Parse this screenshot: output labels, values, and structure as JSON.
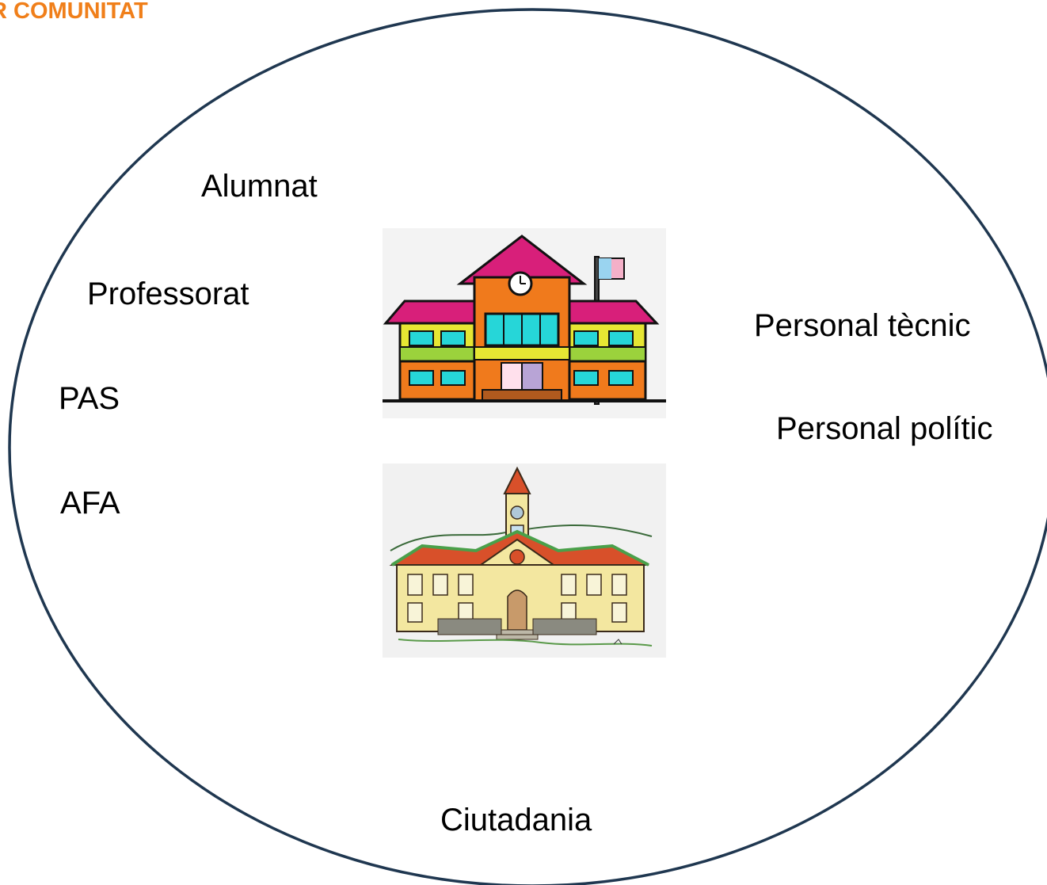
{
  "title": "R COMUNITAT",
  "colors": {
    "title": "#f07f1a",
    "ellipse_stroke": "#1f3750",
    "school_wall": "#f07a1c",
    "school_roof": "#d81f7a",
    "school_band": "#e6e633",
    "school_window": "#26d6d8",
    "townhall_wall": "#f3e7a0",
    "townhall_roof": "#d8502a",
    "townhall_trim": "#4aa04a"
  },
  "labels": {
    "alumnat": "Alumnat",
    "professorat": "Professorat",
    "pas": "PAS",
    "afa": "AFA",
    "personal_tecnic": "Personal tècnic",
    "personal_politic": "Personal polític",
    "ciutadania": "Ciutadania"
  },
  "images": {
    "school": "school-building",
    "town_hall": "town-hall-building"
  }
}
